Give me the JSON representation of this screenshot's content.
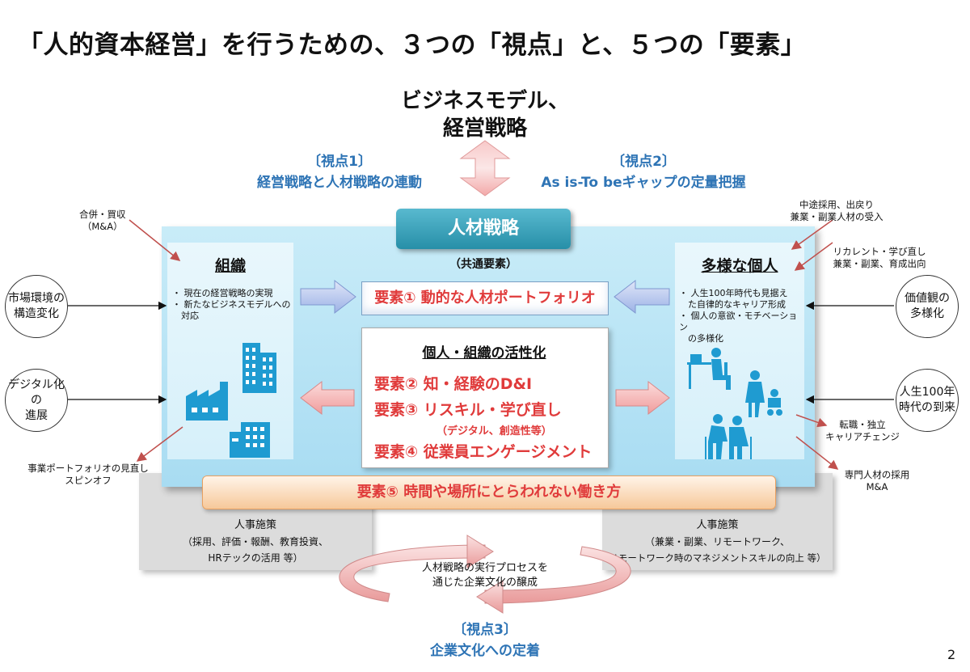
{
  "title": "「人的資本経営」を行うための、３つの「視点」と、５つの「要素」",
  "top": {
    "line1": "ビジネスモデル、",
    "line2": "経営戦略"
  },
  "view1": {
    "label": "〔視点1〕",
    "text": "経営戦略と人材戦略の連動"
  },
  "view2": {
    "label": "〔視点2〕",
    "text": "As is-To beギャップの定量把握"
  },
  "view3": {
    "label": "〔視点3〕",
    "text": "企業文化への定着"
  },
  "hr_strategy": "人材戦略",
  "common": "（共通要素）",
  "org": {
    "title": "組織",
    "bullets": [
      "・ 現在の経営戦略の実現",
      "・ 新たなビジネスモデルへの",
      "　対応"
    ]
  },
  "diverse": {
    "title": "多様な個人",
    "bullets": [
      "・ 人生100年時代も見据え",
      "　た自律的なキャリア形成",
      "・ 個人の意欲・モチベーション",
      "　の多様化"
    ]
  },
  "element1": "要素①  動的な人材ポートフォリオ",
  "activation": {
    "title": "個人・組織の活性化",
    "e2": "要素②  知・経験のD&I",
    "e3": "要素③  リスキル・学び直し",
    "e3_sub": "（デジタル、創造性等）",
    "e4": "要素④  従業員エンゲージメント"
  },
  "element5": "要素⑤  時間や場所にとらわれない働き方",
  "left_circles": [
    "市場環境の",
    "構造変化",
    "デジタル化の",
    "進展"
  ],
  "right_circles": [
    "価値観の",
    "多様化",
    "人生100年",
    "時代の到来"
  ],
  "notes": {
    "ma": [
      "合併・買収",
      "（M&A）"
    ],
    "portfolio": [
      "事業ポートフォリオの見直し",
      "スピンオフ"
    ],
    "midcareer": [
      "中途採用、出戻り",
      "兼業・副業人材の受入"
    ],
    "recurrent": [
      "リカレント・学び直し",
      "兼業・副業、育成出向"
    ],
    "jobchange": [
      "転職・独立",
      "キャリアチェンジ"
    ],
    "specialist": [
      "専門人材の採用",
      "M&A"
    ]
  },
  "hr_left": {
    "title": "人事施策",
    "l1": "（採用、評価・報酬、教育投資、",
    "l2": "HRテックの活用 等）"
  },
  "hr_right": {
    "title": "人事施策",
    "l1": "（兼業・副業、リモートワーク、",
    "l2": "リモートワーク時のマネジメントスキルの向上 等）"
  },
  "cycle": {
    "l1": "人材戦略の実行プロセスを",
    "l2": "通じた企業文化の醸成"
  },
  "page_number": "2",
  "colors": {
    "accent_blue": "#2e74b5",
    "element_red": "#e03b3b",
    "panel_blue": "#b5e2f5",
    "header_teal": "#2f99b1"
  },
  "icons": [
    "office-building-icon",
    "factory-icon",
    "school-building-icon",
    "desk-worker-icon",
    "parent-with-stroller-icon",
    "elderly-couple-icon"
  ]
}
